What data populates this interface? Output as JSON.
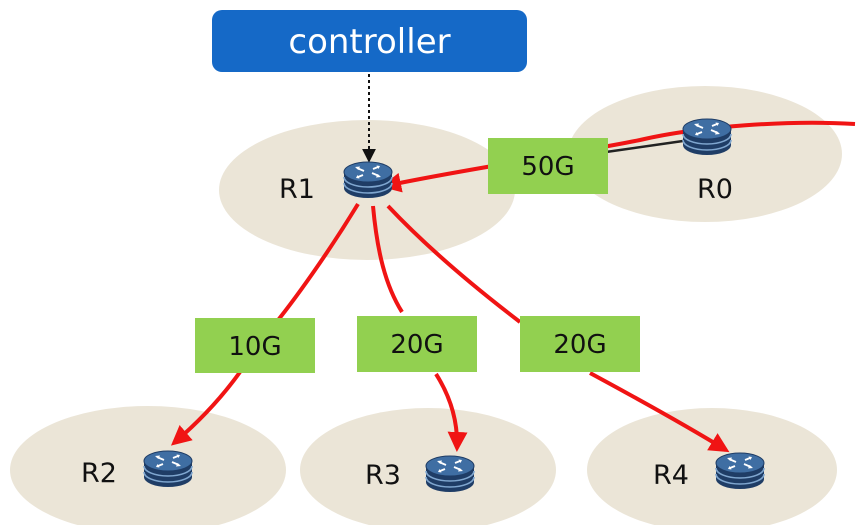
{
  "controller": {
    "label": "controller"
  },
  "colors": {
    "controller_fill": "#1569c7",
    "region_fill": "#ebe5d7",
    "link_stroke": "#f01414",
    "label_fill": "#92d050",
    "router_top": "#3f6ea3",
    "router_side": "#1f3d66"
  },
  "routers": [
    {
      "id": "R1",
      "label": "R1"
    },
    {
      "id": "R0",
      "label": "R0"
    },
    {
      "id": "R2",
      "label": "R2"
    },
    {
      "id": "R3",
      "label": "R3"
    },
    {
      "id": "R4",
      "label": "R4"
    }
  ],
  "links": [
    {
      "from": "R0",
      "to": "R1",
      "label": "50G"
    },
    {
      "from": "R1",
      "to": "R2",
      "label": "10G"
    },
    {
      "from": "R1",
      "to": "R3",
      "label": "20G"
    },
    {
      "from": "R1",
      "to": "R4",
      "label": "20G"
    }
  ],
  "icons": {
    "router": "router-icon"
  }
}
